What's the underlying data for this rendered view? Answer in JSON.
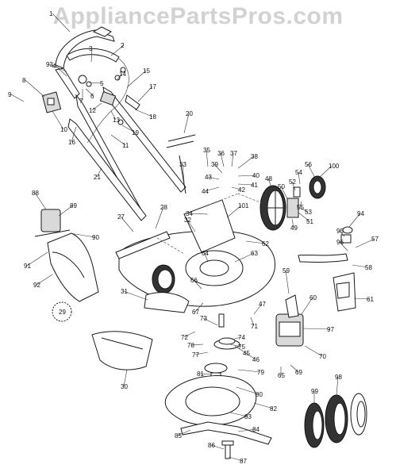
{
  "watermark": "AppliancePartsPros.com",
  "callout_29": "29",
  "labels": [
    "1",
    "2",
    "3",
    "4",
    "5",
    "6",
    "7",
    "8",
    "9",
    "10",
    "11",
    "12",
    "13",
    "14",
    "15",
    "16",
    "17",
    "18",
    "19",
    "20",
    "21",
    "27",
    "28",
    "30",
    "31",
    "32",
    "33",
    "34",
    "35",
    "36",
    "37",
    "38",
    "39",
    "40",
    "41",
    "42",
    "43",
    "44",
    "45",
    "46",
    "47",
    "48",
    "49",
    "50",
    "51",
    "52",
    "53",
    "54",
    "55",
    "56",
    "57",
    "58",
    "59",
    "60",
    "61",
    "62",
    "63",
    "64",
    "65",
    "66",
    "67",
    "69",
    "70",
    "71",
    "72",
    "73",
    "74",
    "75",
    "77",
    "78",
    "79",
    "80",
    "81",
    "82",
    "83",
    "84",
    "85",
    "86",
    "87",
    "88",
    "89",
    "90",
    "91",
    "92",
    "93",
    "94",
    "95",
    "96",
    "97",
    "98",
    "99",
    "100",
    "101"
  ]
}
